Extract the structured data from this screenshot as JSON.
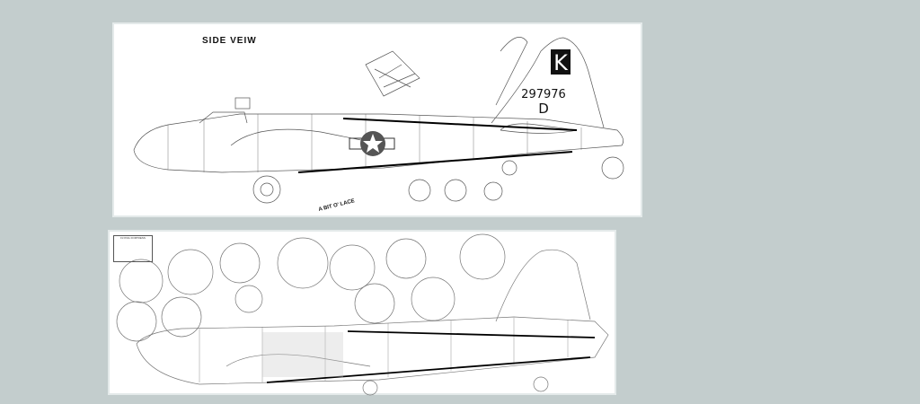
{
  "top_sheet": {
    "title": "SIDE VEIW",
    "tail_letter": "K",
    "serial": "297976",
    "unit_letter": "D",
    "nose_art": "A BIT O' LACE"
  },
  "bottom_sheet": {
    "title_block": "FLYING FORTRESS"
  },
  "colors": {
    "background": "#c3cdcd",
    "paper": "#ffffff",
    "ink": "#222222"
  }
}
